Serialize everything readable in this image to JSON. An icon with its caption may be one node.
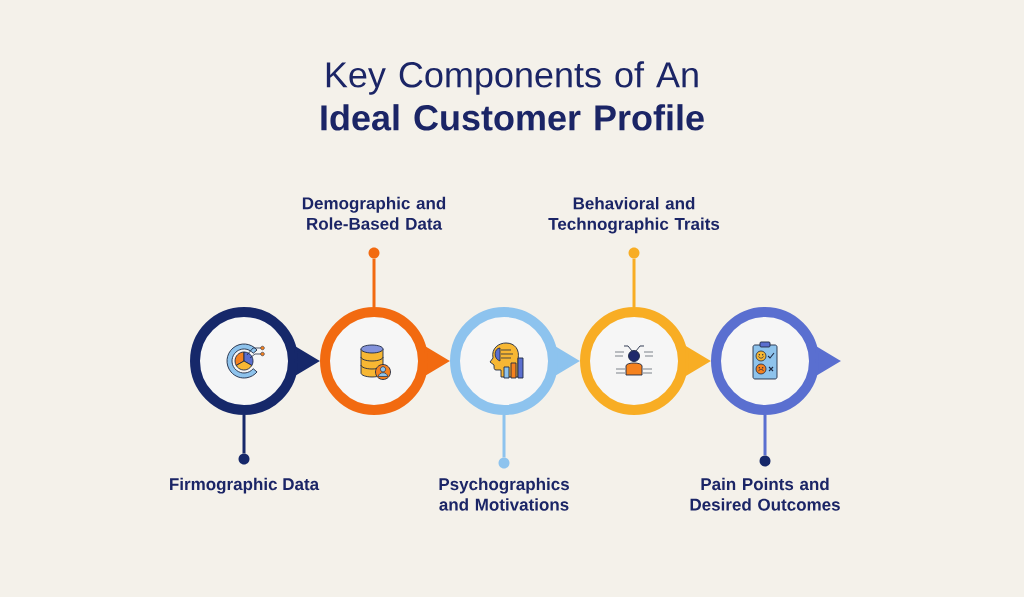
{
  "diagram": {
    "title": "Key Components of An **Ideal Customer Profile**",
    "nodes": [
      {
        "text": [],
        "shape": "circle"
      },
      {
        "text": [],
        "shape": "circle"
      },
      {
        "text": [],
        "shape": "circle"
      },
      {
        "text": [],
        "shape": "circle"
      },
      {
        "text": [],
        "shape": "circle"
      },
      {
        "text": [],
        "shape": "circle",
        "beside": [
          "Firmographic Data"
        ]
      },
      {
        "text": [],
        "shape": "circle",
        "beside": [
          "Demographic and Role-Based Data"
        ]
      },
      {
        "text": [],
        "shape": "circle",
        "beside": [
          "Psychographics and Motivations"
        ]
      },
      {
        "text": [],
        "shape": "circle",
        "beside": [
          "Behavioral and Technographic Traits"
        ]
      },
      {
        "text": [],
        "shape": "circle",
        "beside": [
          "Pain Points and Desired Outcomes"
        ]
      }
    ],
    "edges": [
      {
        "from": 0,
        "to": 1,
        "arrow": "to",
        "color": "#16286a"
      },
      {
        "from": 1,
        "to": 2,
        "arrow": "to",
        "color": "#f26a10"
      },
      {
        "from": 2,
        "to": 3,
        "arrow": "to",
        "color": "#8dc3ee"
      },
      {
        "from": 3,
        "to": 4,
        "arrow": "to",
        "color": "#f8ad24"
      },
      {
        "from": 4,
        "to": null,
        "arrow": "to",
        "color": "#5a6fd0"
      },
      {
        "from": 0,
        "to": 5,
        "arrow": "none",
        "color": "#16286a"
      },
      {
        "from": 1,
        "to": 6,
        "arrow": "none",
        "color": "#f26a10"
      },
      {
        "from": 2,
        "to": 7,
        "arrow": "none",
        "color": "#8dc3ee"
      },
      {
        "from": 3,
        "to": 8,
        "arrow": "none",
        "color": "#f8ad24"
      },
      {
        "from": 4,
        "to": 9,
        "arrow": "none",
        "color": "#5a6fd0"
      }
    ]
  }
}
